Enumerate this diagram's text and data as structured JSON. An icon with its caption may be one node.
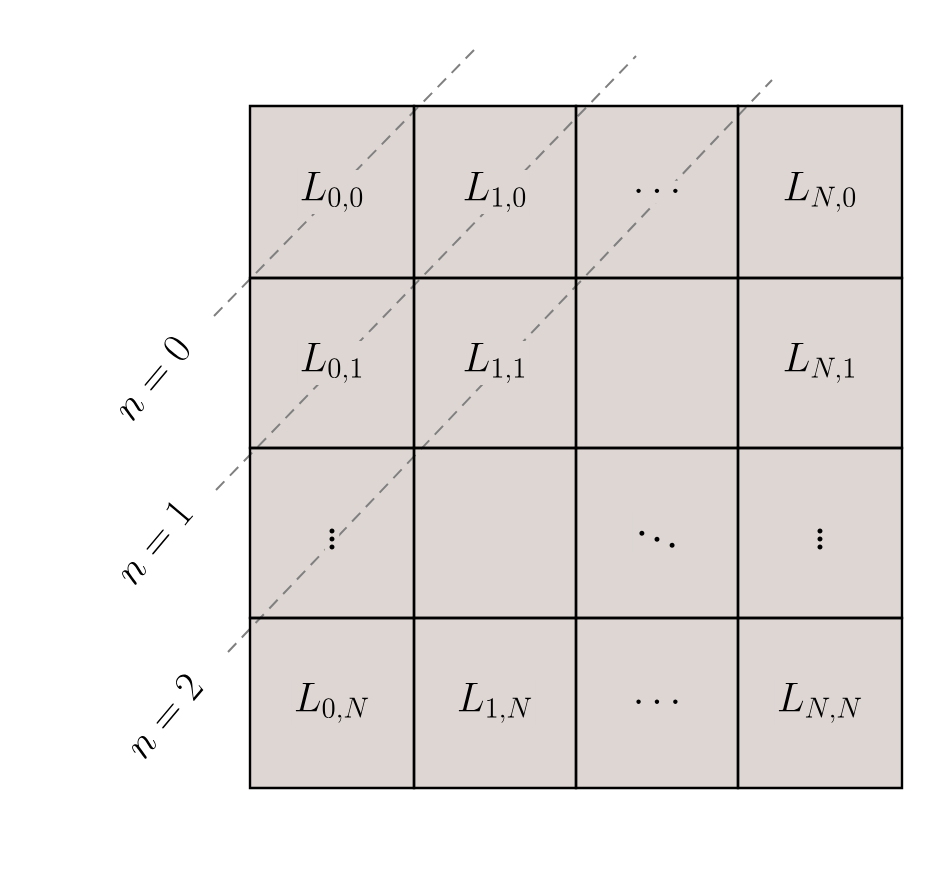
{
  "diagram": {
    "nodes": [
      {
        "text": [
          "L_{0,0}"
        ]
      },
      {
        "text": [
          "L_{1,0}"
        ]
      },
      {
        "text": [
          "\\cdots"
        ]
      },
      {
        "text": [
          "L_{N,0}"
        ]
      },
      {
        "text": [
          "L_{0,1}"
        ]
      },
      {
        "text": [
          "L_{1,1}"
        ]
      },
      {
        "text": [],
        "shape": "box"
      },
      {
        "text": [
          "L_{N,1}"
        ]
      },
      {
        "text": [
          "\\vdots"
        ]
      },
      {
        "text": [],
        "shape": "box"
      },
      {
        "text": [
          "\\ddots"
        ]
      },
      {
        "text": [
          "\\vdots"
        ]
      },
      {
        "text": [
          "L_{0,N}"
        ]
      },
      {
        "text": [
          "L_{1,N}"
        ]
      },
      {
        "text": [
          "\\cdots"
        ]
      },
      {
        "text": [
          "L_{N,N}"
        ]
      }
    ],
    "labels": [
      "n = 0",
      "n = 1",
      "n = 2"
    ]
  }
}
